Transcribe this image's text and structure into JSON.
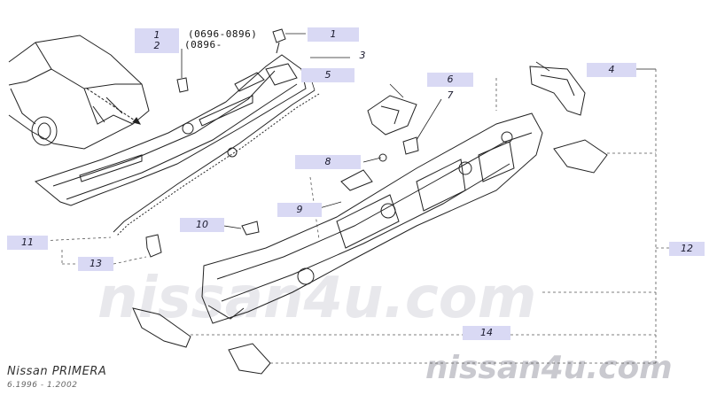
{
  "diagram": {
    "callouts": [
      {
        "id": "c1a",
        "label": "1"
      },
      {
        "id": "c2",
        "label": "2"
      },
      {
        "id": "c1b",
        "label": "1"
      },
      {
        "id": "c3",
        "label": "3"
      },
      {
        "id": "c4",
        "label": "4"
      },
      {
        "id": "c5",
        "label": "5"
      },
      {
        "id": "c6",
        "label": "6"
      },
      {
        "id": "c7",
        "label": "7"
      },
      {
        "id": "c8",
        "label": "8"
      },
      {
        "id": "c9",
        "label": "9"
      },
      {
        "id": "c10",
        "label": "10"
      },
      {
        "id": "c11",
        "label": "11"
      },
      {
        "id": "c12",
        "label": "12"
      },
      {
        "id": "c13",
        "label": "13"
      },
      {
        "id": "c14",
        "label": "14"
      }
    ],
    "date_ranges": {
      "part1": "(0696-0896)",
      "part2": "(0896-"
    }
  },
  "footer": {
    "model": "Nissan PRIMERA",
    "period": "6.1996 - 1.2002"
  },
  "watermark": {
    "center": "nissan4u.com",
    "corner": "nissan4u.com"
  },
  "colors": {
    "callout_bg": "#d9d9f4",
    "line": "#222222",
    "dashed_line": "#555555",
    "watermark": "#e8e8ec"
  }
}
